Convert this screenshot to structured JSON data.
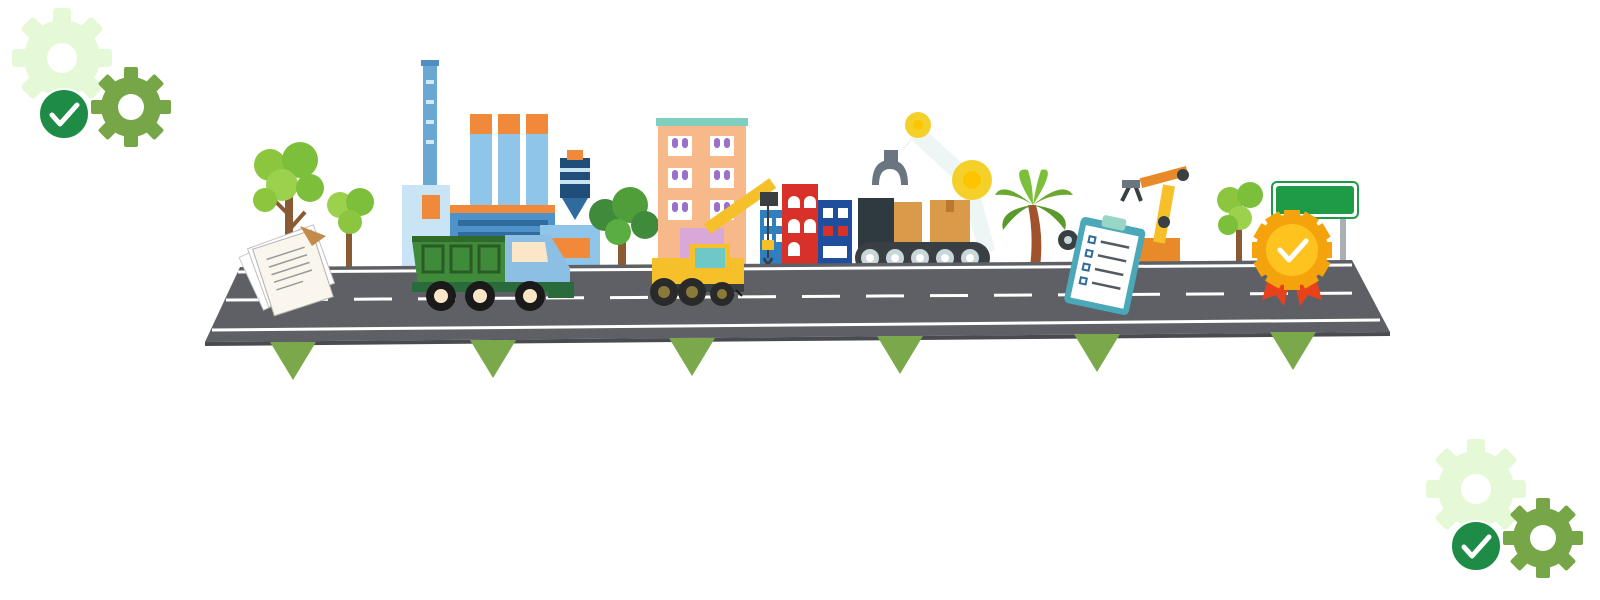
{
  "colors": {
    "road": "#5f6065",
    "road_edge": "#4a4b50",
    "lane": "#ffffff",
    "marker": "#7aa84a",
    "gear_light": "#e5f9d6",
    "gear_dark": "#77a649",
    "check_bg": "#1e8c47",
    "sign": "#1f9a47",
    "badge": "#f5a30d",
    "ribbon": "#e8411c",
    "truck_green": "#3f8a3b",
    "truck_cab": "#8dbfe4",
    "crane_yellow": "#f5c02a",
    "building_peach": "#f7b98a",
    "building_red": "#d8312a",
    "factory_blue": "#8fc5e8",
    "factory_orange": "#f08a3a",
    "robot_orange": "#e8892a",
    "box": "#d99a4a",
    "conveyor": "#3a3f44",
    "tree_green": "#7cbf3a"
  },
  "icons": [
    "gear-icon",
    "checkmark-icon",
    "document-stack-icon",
    "tree-icon",
    "factory-icon",
    "dump-truck-icon",
    "apartment-building-icon",
    "crane-truck-icon",
    "city-buildings-icon",
    "conveyor-robot-arm-icon",
    "palm-tree-icon",
    "checklist-clipboard-icon",
    "robotic-arm-icon",
    "award-badge-icon",
    "road-sign-icon"
  ],
  "milestones": [
    {
      "name": "milestone-1"
    },
    {
      "name": "milestone-2"
    },
    {
      "name": "milestone-3"
    },
    {
      "name": "milestone-4"
    },
    {
      "name": "milestone-5"
    },
    {
      "name": "milestone-6"
    }
  ]
}
